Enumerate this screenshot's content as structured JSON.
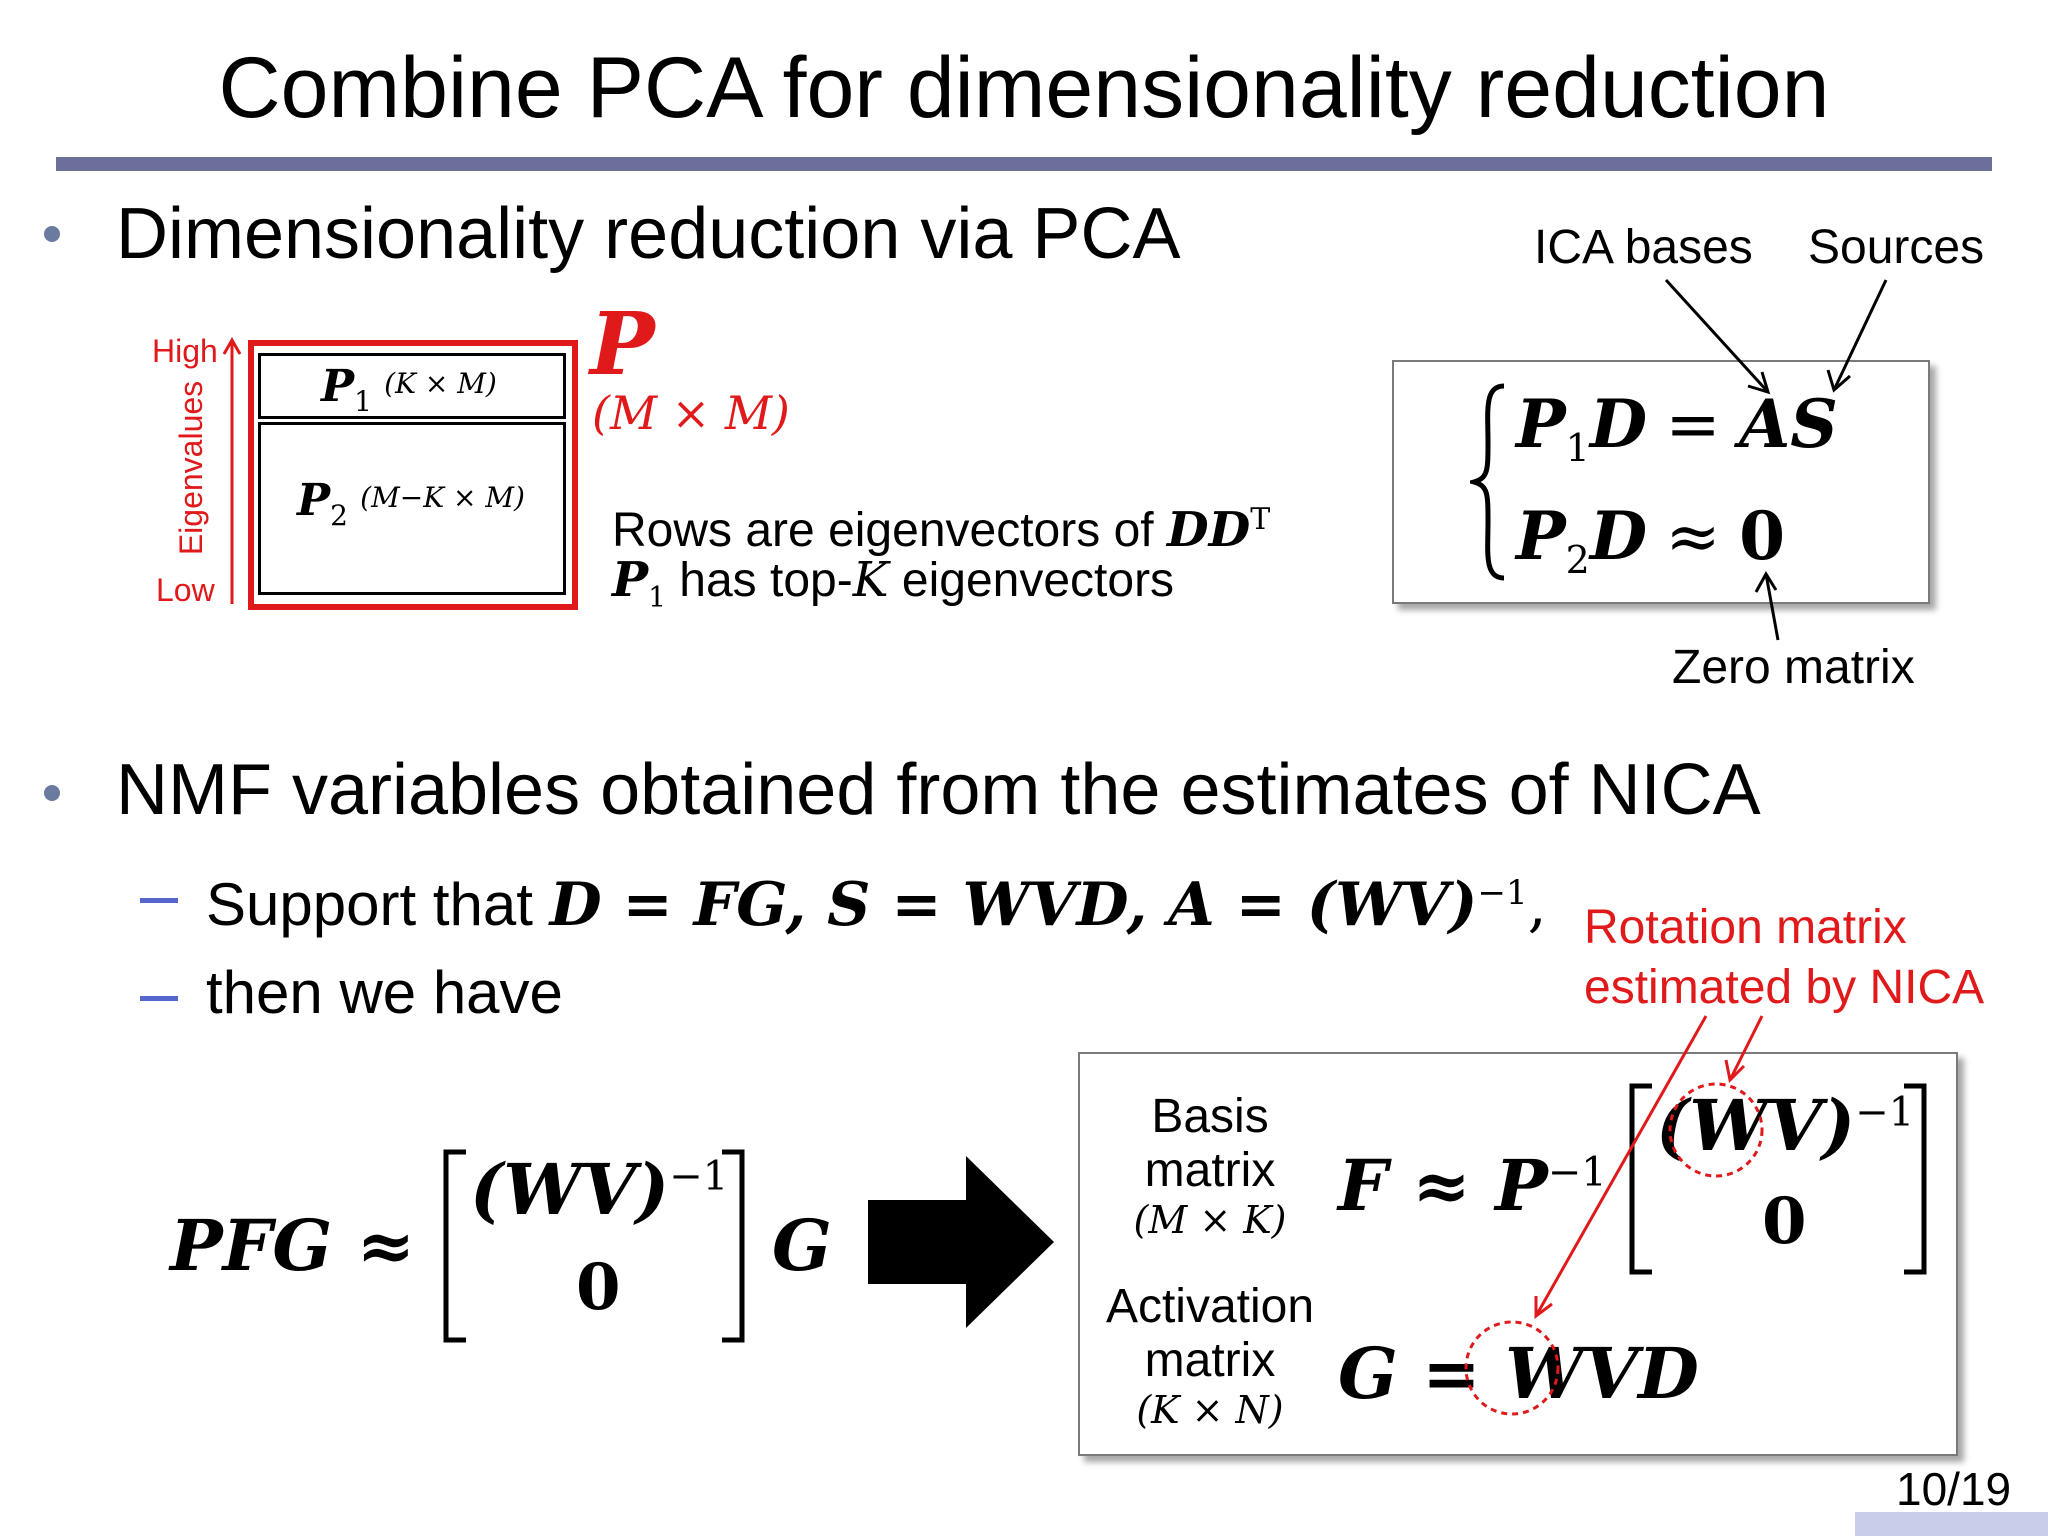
{
  "slide": {
    "title": "Combine PCA for dimensionality reduction",
    "page_number": "10/19"
  },
  "bullet1": {
    "text": "Dimensionality reduction via PCA",
    "matrix_P": {
      "symbol": "P",
      "size": "(M × M)",
      "p1_symbol": "P",
      "p1_sub": "1",
      "p1_size": "(K × M)",
      "p2_symbol": "P",
      "p2_sub": "2",
      "p2_size": "(M−K × M)",
      "axis_high": "High",
      "axis_low": "Low",
      "axis_label": "Eigenvalues"
    },
    "rows_note_text": "Rows are eigenvectors of ",
    "rows_note_math": "DD",
    "rows_note_sup": "T",
    "p1_note_math": "P",
    "p1_note_sub": "1",
    "p1_note_text1": " has top-",
    "p1_note_k": "K",
    "p1_note_text2": " eigenvectors",
    "labels": {
      "ica_bases": "ICA bases",
      "sources": "Sources",
      "zero_matrix": "Zero matrix"
    },
    "equations": {
      "eq1_lhs": "P",
      "eq1_sub": "1",
      "eq1_d": "D",
      "eq1_rel": "=",
      "eq1_rhs": "AS",
      "eq2_lhs": "P",
      "eq2_sub": "2",
      "eq2_d": "D",
      "eq2_rel": "≈",
      "eq2_rhs": "0"
    }
  },
  "bullet2": {
    "text": "NMF variables obtained from the estimates of NICA",
    "sub1_text": "Support that ",
    "sub1_math": "D = FG, S = WVD, A = (WV)",
    "sub1_sup": "−1",
    "sub1_end": ",",
    "sub2_text": "then we have",
    "rotation_note_line1": "Rotation matrix",
    "rotation_note_line2": "estimated by NICA",
    "lhs": {
      "expr": "PFG ≈",
      "top": "(WV)",
      "top_sup": "−1",
      "bottom": "0",
      "trail": "G"
    },
    "result": {
      "basis_label_1": "Basis",
      "basis_label_2": "matrix",
      "basis_size": "(M × K)",
      "activation_label_1": "Activation",
      "activation_label_2": "matrix",
      "activation_size": "(K × N)",
      "F_expr": "F ≈ P",
      "F_sup": "−1",
      "F_top": "(WV)",
      "F_top_sup": "−1",
      "F_bottom": "0",
      "G_expr": "G = WVD"
    }
  },
  "colors": {
    "accent_red": "#e0191b",
    "title_rule": "#6b6f9a",
    "dash": "#5566cc",
    "bullet": "#6b7a9f"
  }
}
